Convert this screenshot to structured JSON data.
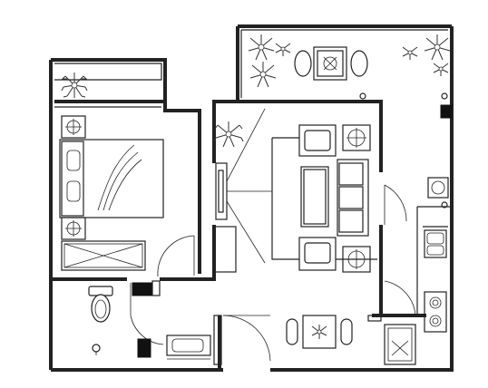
{
  "drawing": {
    "kind": "apartment-floor-plan",
    "rooms": [
      "bedroom",
      "living-room",
      "balcony",
      "bathroom",
      "kitchen",
      "dining-area",
      "entrance"
    ],
    "text_labels": []
  },
  "colors": {
    "line": "#222222",
    "background": "#ffffff",
    "solid_marker": "#111111"
  },
  "icons": {
    "plants": "plant-icon",
    "bed": "bed-icon",
    "sofa": "sofa-icon",
    "toilet": "toilet-icon",
    "sink": "sink-icon",
    "stove": "stove-icon",
    "table": "dining-table-icon"
  }
}
